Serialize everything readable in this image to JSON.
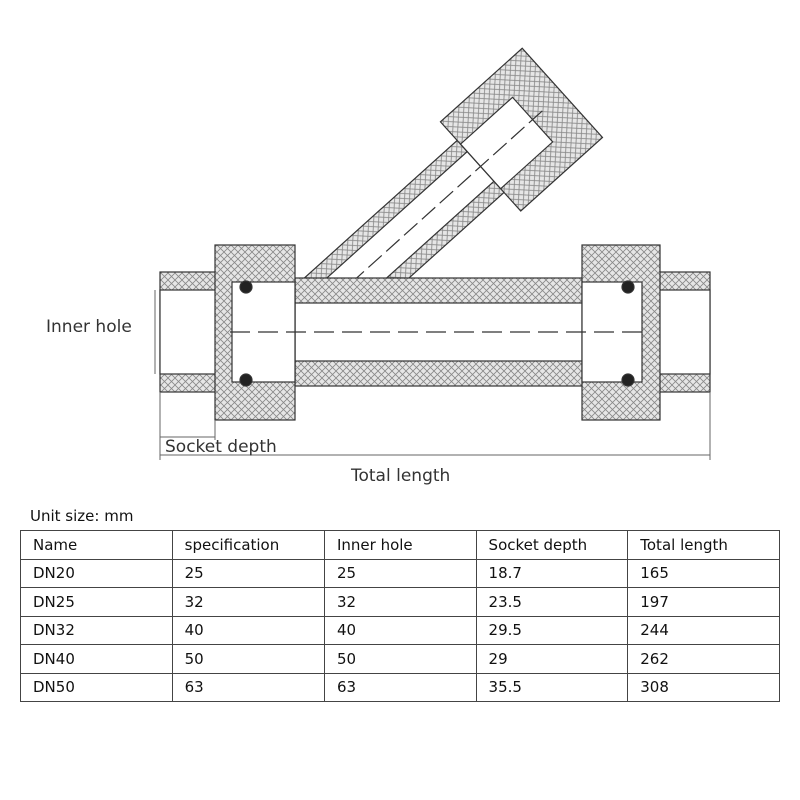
{
  "diagram": {
    "labels": {
      "inner_hole": "Inner hole",
      "socket_depth": "Socket depth",
      "total_length": "Total length"
    }
  },
  "table": {
    "unit_note": "Unit size: mm",
    "headers": [
      "Name",
      "specification",
      "Inner hole",
      "Socket depth",
      "Total length"
    ],
    "rows": [
      [
        "DN20",
        "25",
        "25",
        "18.7",
        "165"
      ],
      [
        "DN25",
        "32",
        "32",
        "23.5",
        "197"
      ],
      [
        "DN32",
        "40",
        "40",
        "29.5",
        "244"
      ],
      [
        "DN40",
        "50",
        "50",
        "29",
        "262"
      ],
      [
        "DN50",
        "63",
        "63",
        "35.5",
        "308"
      ]
    ]
  }
}
